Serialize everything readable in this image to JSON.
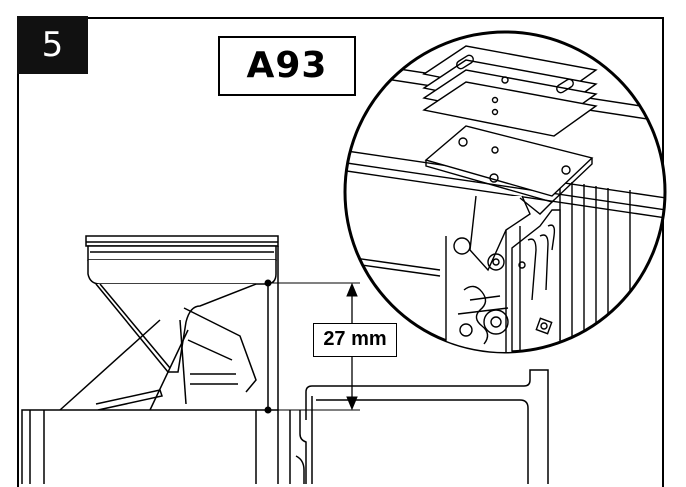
{
  "step": {
    "number": "5"
  },
  "part": {
    "code": "A93"
  },
  "dimension": {
    "value": "27 mm"
  }
}
